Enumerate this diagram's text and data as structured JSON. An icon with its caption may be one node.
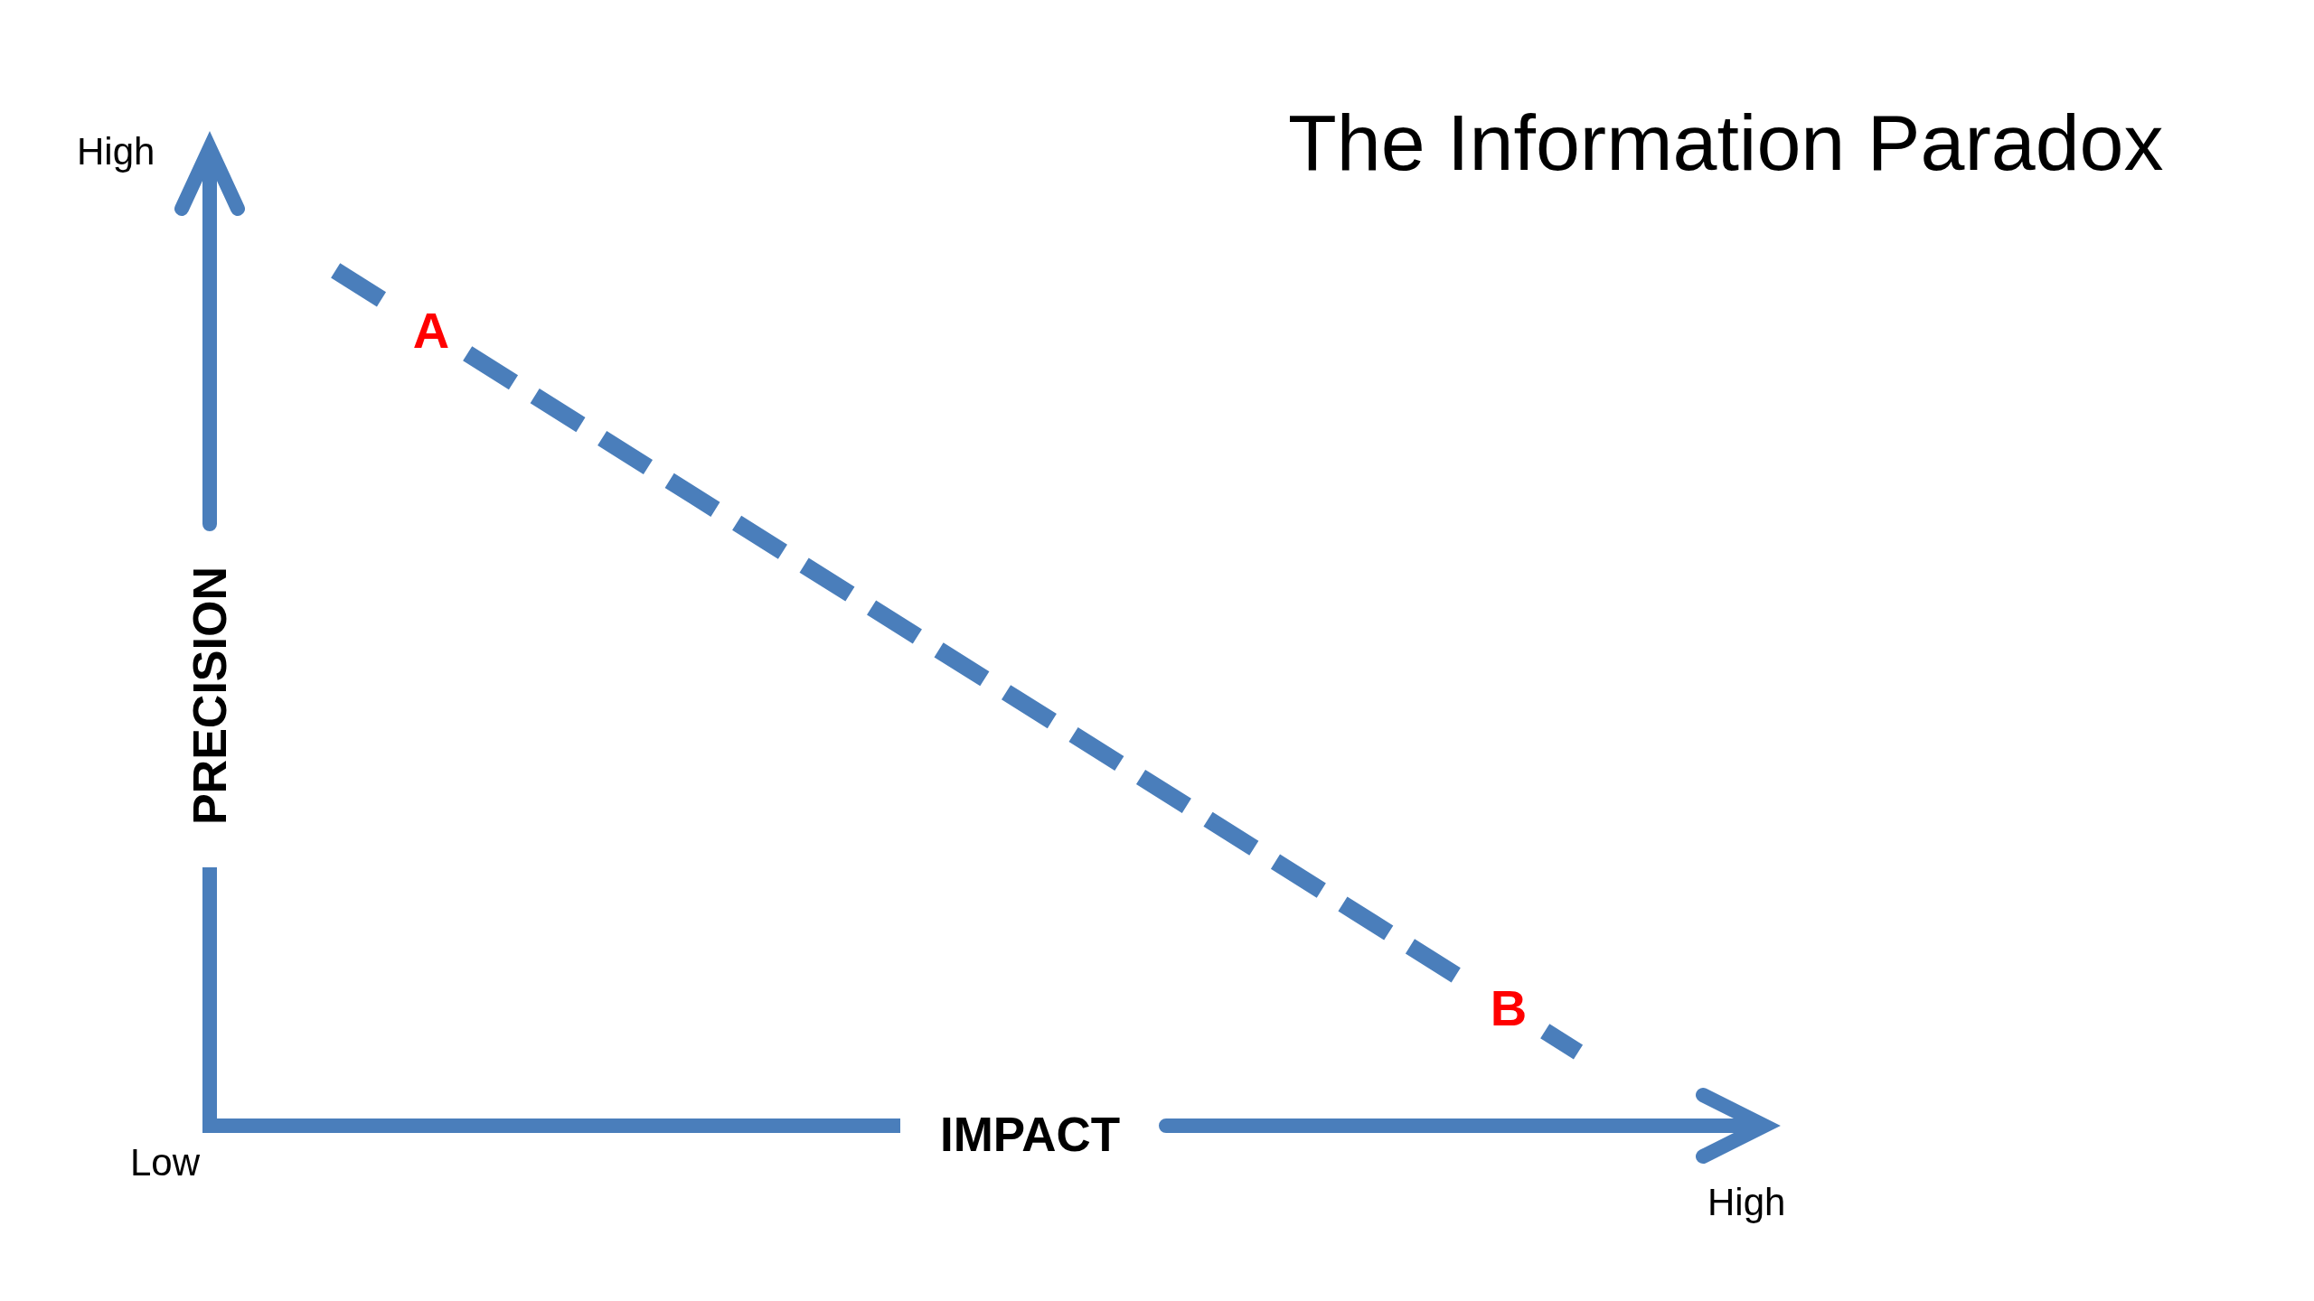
{
  "diagram": {
    "title": "The Information Paradox",
    "nodes": [
      {
        "text": [
          "A"
        ]
      },
      {
        "text": [
          "B"
        ]
      }
    ],
    "edges": [
      {
        "from": 0,
        "to": 1,
        "arrow": "none",
        "style": "dashed"
      }
    ],
    "labels": [
      "High",
      "PRECISION",
      "IMPACT",
      "Low",
      "High"
    ]
  }
}
